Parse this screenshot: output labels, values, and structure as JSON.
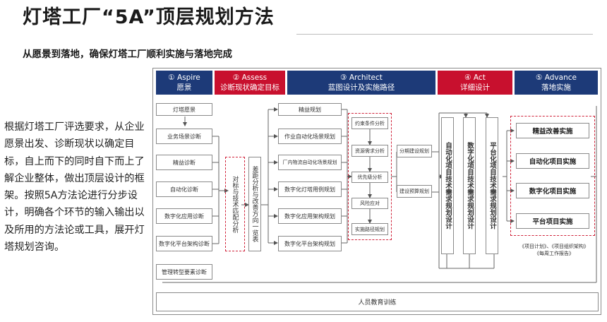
{
  "title": "灯塔工厂“5A”顶层规划方法",
  "subtitle": "从愿景到落地，确保灯塔工厂顺利实施与落地完成",
  "description": "根据灯塔工厂评选要求，从企业愿景出发、诊断现状以确定目标，自上而下的同时自下而上了解企业整体，做出顶层设计的框架。按照5A方法论进行分步设计，明确各个环节的输入输出以及所用的方法论或工具，展开灯塔规划咨询。",
  "stages": [
    {
      "en": "① Aspire",
      "cn": "愿景",
      "color": "#1d3a78"
    },
    {
      "en": "② Assess",
      "cn": "诊断现状确定目标",
      "color": "#c8102e"
    },
    {
      "en": "③ Architect",
      "cn": "蓝图设计及实施路径",
      "color": "#1d3a78"
    },
    {
      "en": "④ Act",
      "cn": "详细设计",
      "color": "#c8102e"
    },
    {
      "en": "⑤ Advance",
      "cn": "落地实施",
      "color": "#1d3a78"
    }
  ],
  "diagnosis": [
    "灯塔愿景",
    "业务场景诊断",
    "精益诊断",
    "自动化诊断",
    "数字化应用诊断",
    "数字化平台架构诊断",
    "管理转型要素诊断"
  ],
  "match_analysis": "对标与技术匹配分析",
  "gap_analysis": "差距分析与改善方向一览表",
  "plans": [
    "精益规划",
    "作业自动化场景规划",
    "厂内物流自动化场景规划",
    "数字化灯塔用例规划",
    "数字化应用架构规划",
    "数字化平台架构规划"
  ],
  "steps": [
    "约束条件分析",
    "资源需求分析",
    "优先级分析",
    "风险应对",
    "实施路径规划"
  ],
  "phase_plan": "分期建设规划",
  "budget_plan": "建设预算规划",
  "tech_specs": [
    "自动化项目技术需求规划设计",
    "数字化项目技术需求规划设计",
    "平台化项目技术需求规划设计"
  ],
  "implementations": [
    "精益改善实施",
    "自动化项目实施",
    "数字化项目实施",
    "平台项目实施"
  ],
  "outputs_note": "《项目计划》、《项目组织架构》\n《每周工作报告》",
  "training": "人员教育训练"
}
